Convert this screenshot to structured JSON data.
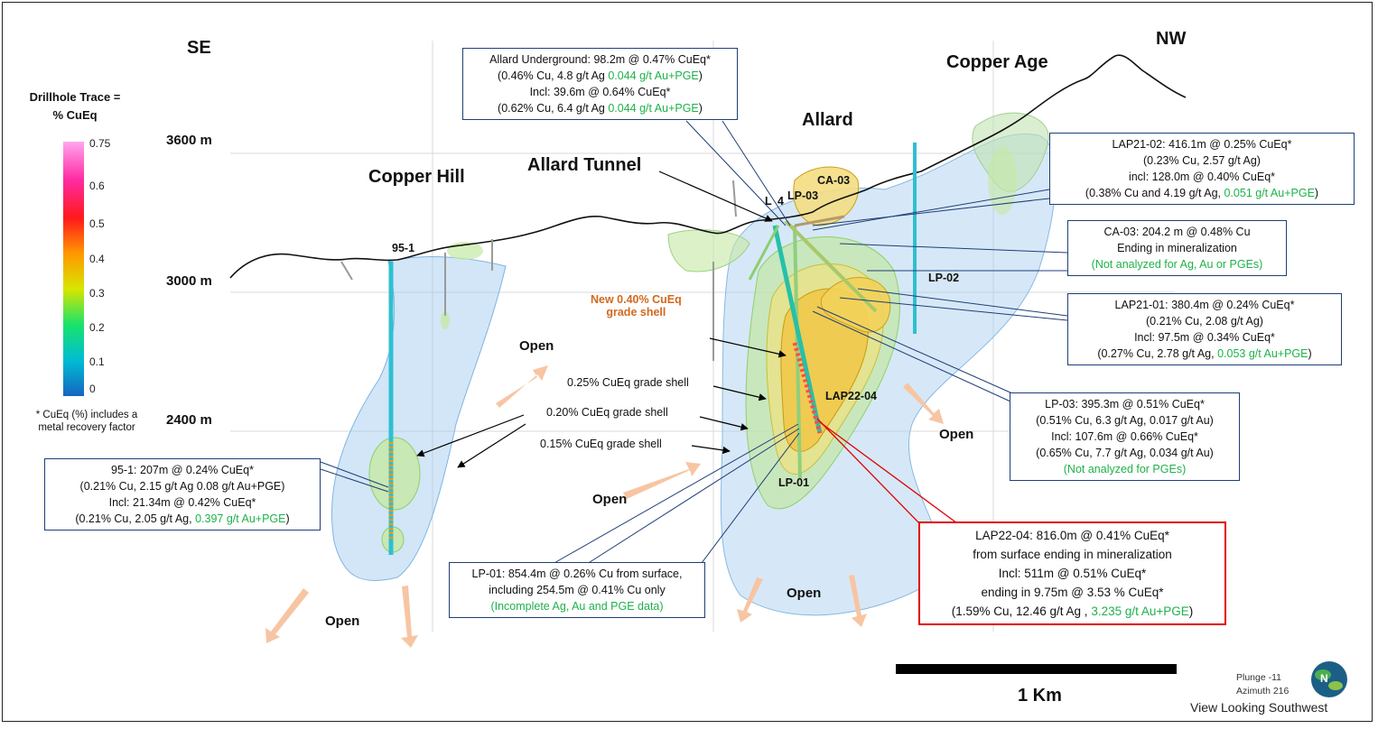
{
  "directions": {
    "left": "SE",
    "right": "NW"
  },
  "places": {
    "copper_age": "Copper Age",
    "allard": "Allard",
    "copper_hill": "Copper Hill",
    "allard_tunnel": "Allard Tunnel"
  },
  "elevations": [
    "3600 m",
    "3000 m",
    "2400 m"
  ],
  "legend": {
    "title_line1": "Drillhole Trace =",
    "title_line2": "% CuEq",
    "ticks": [
      "0.75",
      "0.6",
      "0.5",
      "0.4",
      "0.3",
      "0.2",
      "0.1",
      "0"
    ],
    "colors": [
      "#1565c0",
      "#00bcd4",
      "#19e36b",
      "#d7e600",
      "#ff9800",
      "#ff1a1a",
      "#ff2aa3",
      "#ffa6ee"
    ],
    "note_line1": "* CuEq (%) includes a",
    "note_line2": "metal recovery factor"
  },
  "hole_labels": {
    "h95_1": "95-1",
    "ca03": "CA-03",
    "lp03": "LP-03",
    "lp02": "LP-02",
    "lap22_04": "LAP22-04",
    "lp01": "LP-01",
    "l": "L",
    "four": "4"
  },
  "grade_shells": {
    "new_line1": "New 0.40% CuEq",
    "new_line2": "grade shell",
    "s025": "0.25% CuEq grade shell",
    "s020": "0.20% CuEq grade shell",
    "s015": "0.15% CuEq grade shell"
  },
  "open_labels": [
    "Open",
    "Open",
    "Open",
    "Open",
    "Open"
  ],
  "boxes": {
    "allard_ug": {
      "l1": "Allard Underground: 98.2m @ 0.47% CuEq*",
      "l2a": "(0.46% Cu, 4.8 g/t Ag ",
      "l2b": "0.044 g/t Au+PGE",
      "l2c": ")",
      "l3": "Incl: 39.6m @ 0.64% CuEq*",
      "l4a": "(0.62% Cu, 6.4 g/t Ag ",
      "l4b": "0.044 g/t Au+PGE",
      "l4c": ")"
    },
    "lap21_02": {
      "l1": "LAP21-02: 416.1m @ 0.25% CuEq*",
      "l2": "(0.23% Cu, 2.57 g/t Ag)",
      "l3": "incl: 128.0m @ 0.40% CuEq*",
      "l4a": "(0.38% Cu and 4.19 g/t Ag, ",
      "l4b": "0.051 g/t Au+PGE",
      "l4c": ")"
    },
    "ca_03": {
      "l1": "CA-03: 204.2 m @ 0.48% Cu",
      "l2": "Ending in mineralization",
      "l3": "(Not analyzed for Ag, Au or PGEs)"
    },
    "lap21_01": {
      "l1": "LAP21-01: 380.4m @ 0.24% CuEq*",
      "l2": "(0.21% Cu, 2.08 g/t Ag)",
      "l3": "Incl: 97.5m @ 0.34% CuEq*",
      "l4a": "(0.27% Cu, 2.78 g/t Ag, ",
      "l4b": "0.053 g/t Au+PGE",
      "l4c": ")"
    },
    "lp_03": {
      "l1": "LP-03: 395.3m @ 0.51% CuEq*",
      "l2": "(0.51% Cu, 6.3 g/t Ag, 0.017 g/t Au)",
      "l3": "Incl: 107.6m @ 0.66% CuEq*",
      "l4": "(0.65% Cu, 7.7 g/t Ag, 0.034 g/t Au)",
      "l5": "(Not analyzed for PGEs)"
    },
    "h95_1": {
      "l1": "95-1: 207m @ 0.24% CuEq*",
      "l2": "(0.21% Cu, 2.15 g/t Ag 0.08 g/t Au+PGE)",
      "l3": "Incl: 21.34m @ 0.42% CuEq*",
      "l4a": "(0.21% Cu, 2.05 g/t Ag, ",
      "l4b": "0.397 g/t Au+PGE",
      "l4c": ")"
    },
    "lp_01": {
      "l1": "LP-01: 854.4m @ 0.26% Cu from surface,",
      "l2": "including 254.5m @ 0.41% Cu only",
      "l3": "(Incomplete Ag, Au and PGE data)"
    },
    "lap22_04": {
      "l1": "LAP22-04: 816.0m @ 0.41% CuEq*",
      "l2": "from surface ending in mineralization",
      "l3": "Incl: 511m @ 0.51% CuEq*",
      "l4": "ending in 9.75m @ 3.53 % CuEq*",
      "l5a": "(1.59% Cu, 12.46 g/t Ag , ",
      "l5b": "3.235 g/t Au+PGE",
      "l5c": ")"
    }
  },
  "scale_label": "1 Km",
  "compass": {
    "plunge": "Plunge -11",
    "azimuth": "Azimuth 216"
  },
  "view_label": "View Looking Southwest",
  "colors": {
    "box_border": "#1f3e78",
    "highlight_box_border": "#e00000",
    "green_text": "#1db24a",
    "orange_text": "#d2691e",
    "open_arrow": "#f7c5a3"
  }
}
